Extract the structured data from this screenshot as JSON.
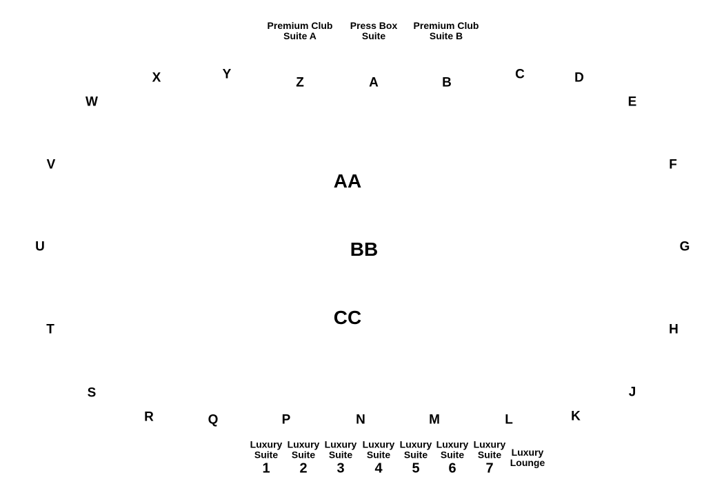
{
  "sections": {
    "a": "A",
    "b": "B",
    "c": "C",
    "d": "D",
    "e": "E",
    "f": "F",
    "g": "G",
    "h": "H",
    "j": "J",
    "k": "K",
    "l": "L",
    "m": "M",
    "n": "N",
    "p": "P",
    "q": "Q",
    "r": "R",
    "s": "S",
    "t": "T",
    "u": "U",
    "v": "V",
    "w": "W",
    "x": "X",
    "y": "Y",
    "z": "Z"
  },
  "field_sections": {
    "aa": "AA",
    "bb": "BB",
    "cc": "CC"
  },
  "top_suites": {
    "premium_a": {
      "line1": "Premium Club",
      "line2": "Suite A"
    },
    "press_box": {
      "line1": "Press Box",
      "line2": "Suite"
    },
    "premium_b": {
      "line1": "Premium Club",
      "line2": "Suite B"
    }
  },
  "luxury_suites": [
    {
      "line1": "Luxury",
      "line2": "Suite",
      "number": "1"
    },
    {
      "line1": "Luxury",
      "line2": "Suite",
      "number": "2"
    },
    {
      "line1": "Luxury",
      "line2": "Suite",
      "number": "3"
    },
    {
      "line1": "Luxury",
      "line2": "Suite",
      "number": "4"
    },
    {
      "line1": "Luxury",
      "line2": "Suite",
      "number": "5"
    },
    {
      "line1": "Luxury",
      "line2": "Suite",
      "number": "6"
    },
    {
      "line1": "Luxury",
      "line2": "Suite",
      "number": "7"
    }
  ],
  "luxury_lounge": {
    "line1": "Luxury",
    "line2": "Lounge"
  }
}
